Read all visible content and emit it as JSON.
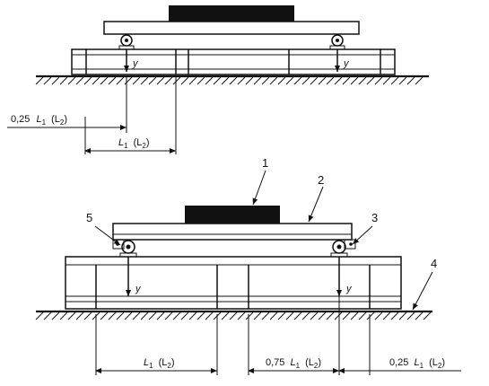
{
  "top_figure": {
    "support_axis_label": "y",
    "dim_offset": {
      "coef": "0,25",
      "sym": "L",
      "sub1": "1",
      "paren": "(L",
      "sub2": "2",
      "close": ")"
    },
    "dim_span": {
      "sym": "L",
      "sub1": "1",
      "paren": "(L",
      "sub2": "2",
      "close": ")"
    }
  },
  "bottom_figure": {
    "support_axis_label": "y",
    "callouts": [
      "1",
      "2",
      "3",
      "4",
      "5"
    ],
    "dim_span": {
      "sym": "L",
      "sub1": "1",
      "paren": "(L",
      "sub2": "2",
      "close": ")"
    },
    "dim_075": {
      "coef": "0,75",
      "sym": "L",
      "sub1": "1",
      "paren": "(L",
      "sub2": "2",
      "close": ")"
    },
    "dim_025": {
      "coef": "0,25",
      "sym": "L",
      "sub1": "1",
      "paren": "(L",
      "sub2": "2",
      "close": ")"
    }
  }
}
